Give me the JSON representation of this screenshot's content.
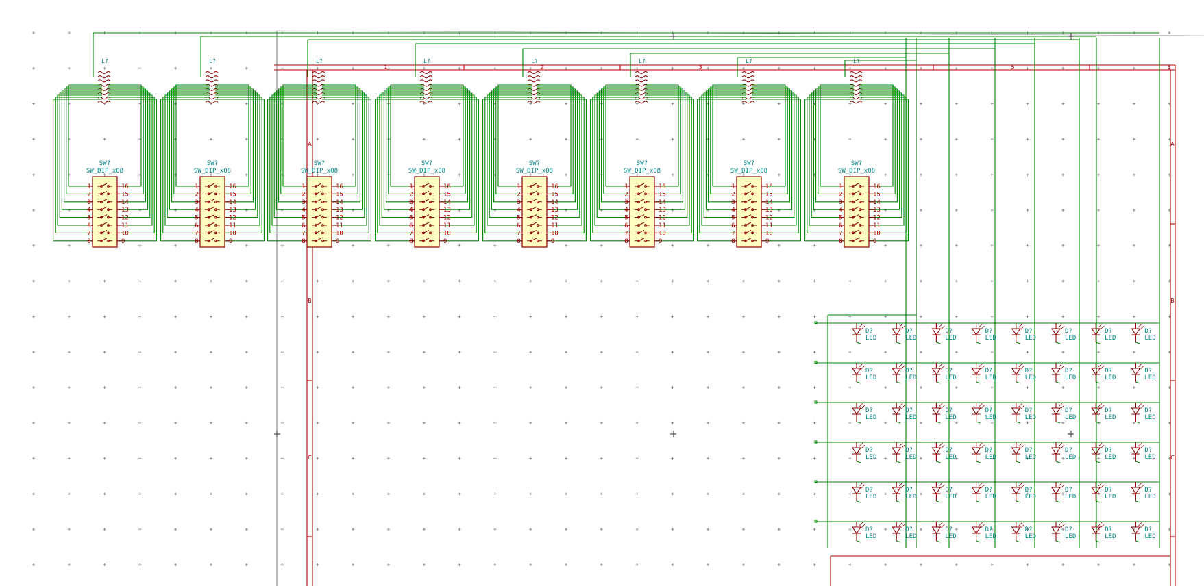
{
  "schematic": {
    "switches": [
      {
        "ref": "SW?",
        "value": "SW_DIP_x08"
      },
      {
        "ref": "SW?",
        "value": "SW_DIP_x08"
      },
      {
        "ref": "SW?",
        "value": "SW_DIP_x08"
      },
      {
        "ref": "SW?",
        "value": "SW_DIP_x08"
      },
      {
        "ref": "SW?",
        "value": "SW_DIP_x08"
      },
      {
        "ref": "SW?",
        "value": "SW_DIP_x08"
      },
      {
        "ref": "SW?",
        "value": "SW_DIP_x08"
      },
      {
        "ref": "SW?",
        "value": "SW_DIP_x08"
      }
    ],
    "left_pins": [
      "1",
      "2",
      "3",
      "4",
      "5",
      "6",
      "7",
      "8"
    ],
    "right_pins": [
      "16",
      "15",
      "14",
      "13",
      "12",
      "11",
      "10",
      "9"
    ],
    "connector_ref": "L?",
    "led_ref": "D?",
    "led_value": "LED",
    "led_grid": {
      "rows": 6,
      "cols": 8
    },
    "frame_columns": [
      "1",
      "2",
      "3",
      "5",
      "6"
    ],
    "frame_rows_left": [
      "A",
      "B",
      "C"
    ],
    "frame_rows_right": [
      "A",
      "B",
      "C"
    ],
    "colors": {
      "wire": "#008400",
      "frame": "#b00000",
      "component_fill": "#ffffc2",
      "component_outline": "#8a0000",
      "text_cyan": "#008484",
      "grid": "#8c8c8c"
    }
  }
}
